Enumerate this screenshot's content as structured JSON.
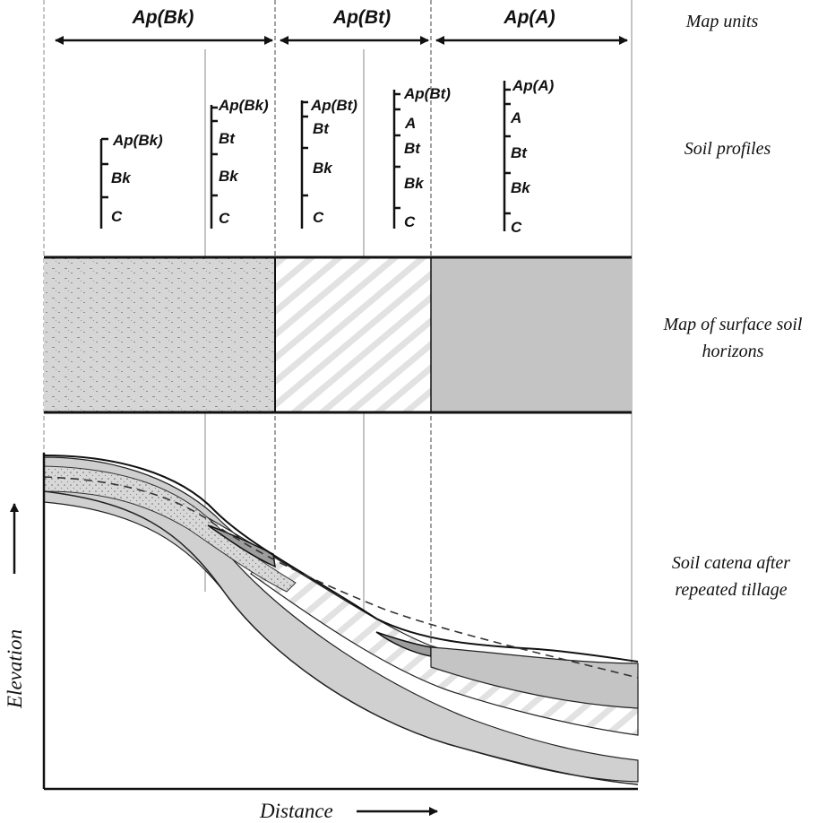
{
  "map_units": {
    "bk": "Ap(Bk)",
    "bt": "Ap(Bt)",
    "a": "Ap(A)"
  },
  "side_labels": {
    "map_units": "Map units",
    "soil_profiles": "Soil profiles",
    "map_line1": "Map of surface soil",
    "map_line2": "horizons",
    "catena_line1": "Soil catena after",
    "catena_line2": "repeated tillage"
  },
  "profiles": [
    {
      "horizons": [
        "Ap(Bk)",
        "Bk",
        "C"
      ]
    },
    {
      "horizons": [
        "Ap(Bk)",
        "Bt",
        "Bk",
        "C"
      ]
    },
    {
      "horizons": [
        "Ap(Bt)",
        "Bt",
        "Bk",
        "C"
      ]
    },
    {
      "horizons": [
        "Ap(Bt)",
        "A",
        "Bt",
        "Bk",
        "C"
      ]
    },
    {
      "horizons": [
        "Ap(A)",
        "A",
        "Bt",
        "Bk",
        "C"
      ]
    }
  ],
  "axes": {
    "x_label": "Distance",
    "y_label": "Elevation"
  },
  "colors": {
    "ink": "#111111",
    "bk_fill": "#d2d2d2",
    "bt_fill": "#ffffff",
    "a_fill": "#c4c4c4",
    "guide": "#8a8a8a"
  }
}
